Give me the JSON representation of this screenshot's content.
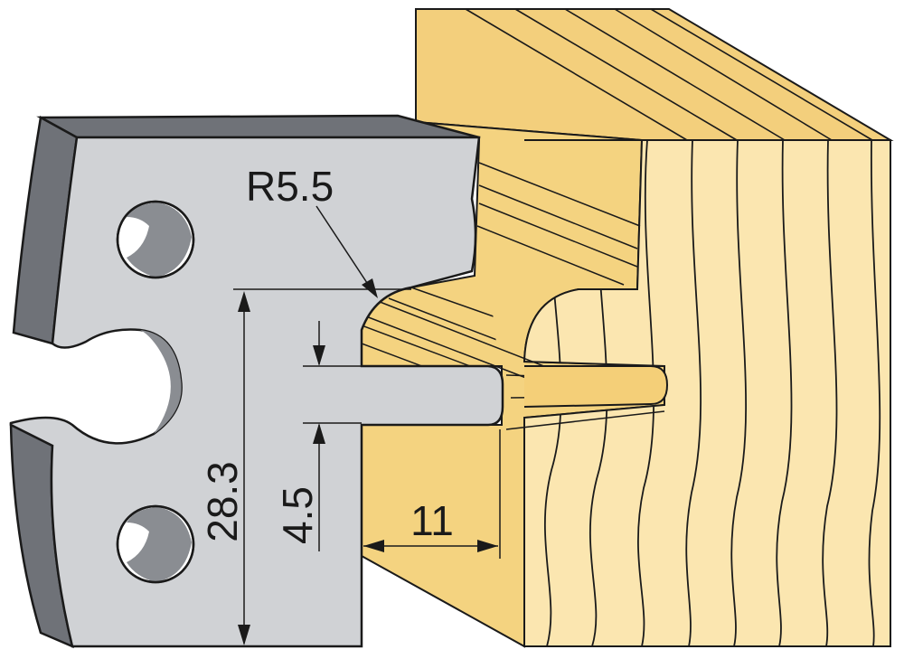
{
  "dimensions": {
    "radius": "R5.5",
    "height": "28.3",
    "tongue": "4.5",
    "depth": "11"
  },
  "colors": {
    "steel_face": "#d0d2d5",
    "steel_edge": "#6f7278",
    "steel_hole": "#8a8d92",
    "wood_light": "#fbe7b3",
    "wood_mid": "#f6d58a",
    "wood_dark": "#eec56a",
    "outline": "#1a1a1a"
  },
  "icons": {
    "profile_knife": "cutter-knife-icon",
    "wood_block": "wood-block-icon"
  }
}
